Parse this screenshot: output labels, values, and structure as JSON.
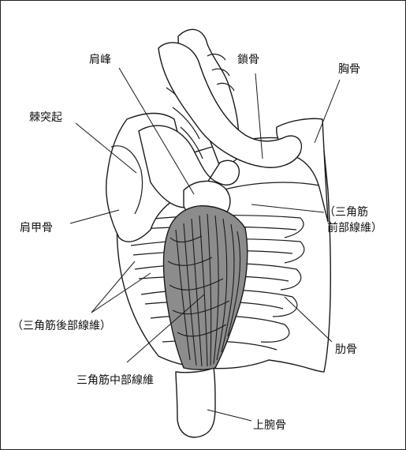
{
  "labels": {
    "acromion": "肩峰",
    "clavicle": "鎖骨",
    "sternum": "胸骨",
    "spine": "棘突起",
    "scapula": "肩甲骨",
    "anterior_line1": "（三角筋",
    "anterior_line2": "前部線維）",
    "posterior": "（三角筋後部線維）",
    "ribs": "肋骨",
    "middle": "三角筋中部線維",
    "humerus": "上腕骨"
  },
  "colors": {
    "muscle_fill": "#8c8c8c",
    "outline": "#1a1a1a",
    "background": "#ffffff"
  }
}
